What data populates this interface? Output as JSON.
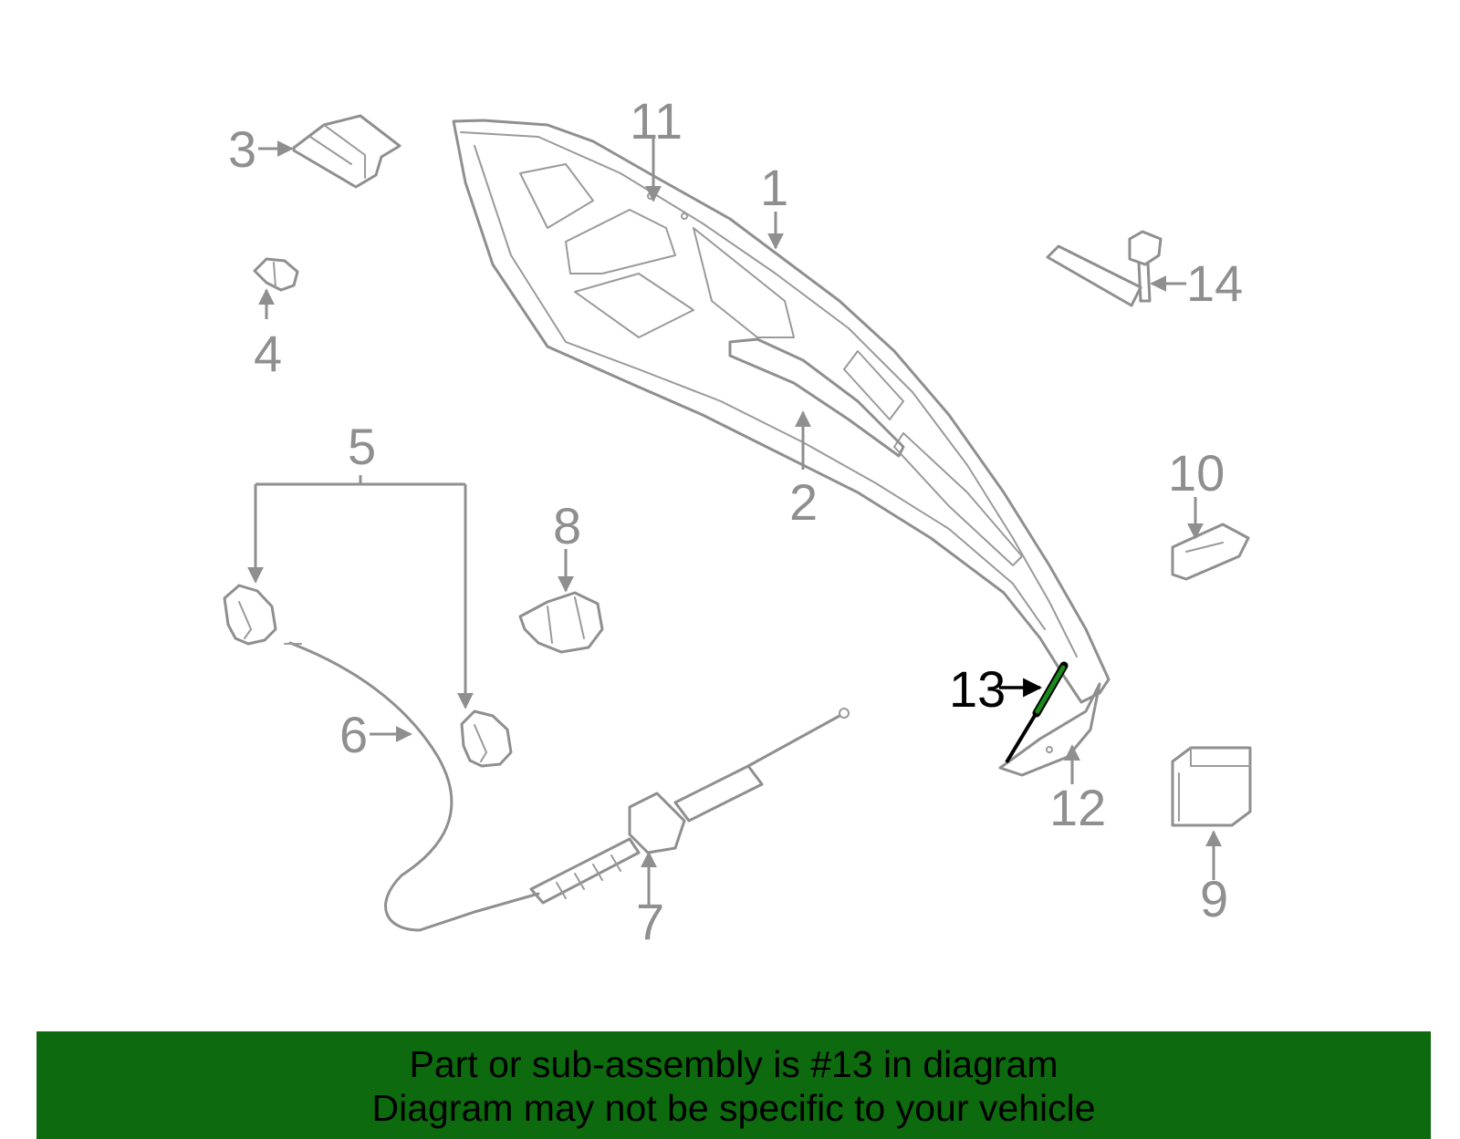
{
  "callouts": {
    "c1": "1",
    "c2": "2",
    "c3": "3",
    "c4": "4",
    "c5": "5",
    "c6": "6",
    "c7": "7",
    "c8": "8",
    "c9": "9",
    "c10": "10",
    "c11": "11",
    "c12": "12",
    "c13": "13",
    "c14": "14"
  },
  "highlighted_part": "13",
  "colors": {
    "line_gray": "#8f8f8f",
    "highlight_green": "#1a7a1a",
    "banner_green": "#0e6a0e",
    "text_black": "#000000"
  },
  "banner": {
    "line1": "Part or sub-assembly is #13 in diagram",
    "line2": "Diagram may not be specific to your vehicle"
  }
}
